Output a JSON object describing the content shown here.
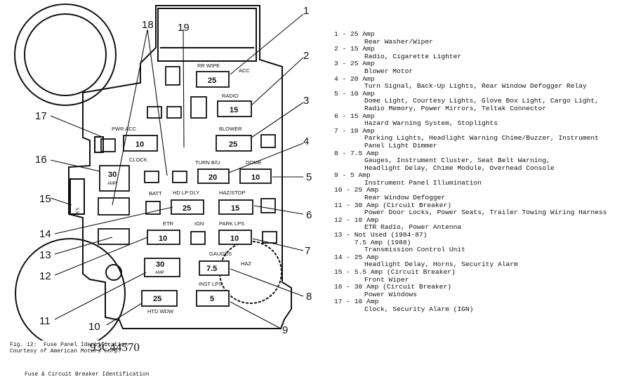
{
  "diagram": {
    "fuse_labels": {
      "rr_wipe": "RR WIPE",
      "acc": "ACC",
      "radio": "RADIO",
      "pwr_acc": "PWR ACC",
      "blower": "BLOWER",
      "clock": "CLOCK",
      "turn_bu": "TURN B/U",
      "dome": "DOME",
      "batt": "BATT",
      "hd_lp_dly": "HD LP DLY",
      "haz_stop": "HAZ/STOP",
      "etr": "ETR",
      "ign": "IGN",
      "park_lps": "PARK LPS",
      "gauges": "GAUGES",
      "haz": "HAZ",
      "inst_lps": "INST LPS",
      "htd_wdw": "HTD WDW",
      "amp": "AMP"
    },
    "fuse_values": {
      "rr_wipe": "25",
      "radio": "15",
      "pwr_acc": "10",
      "blower": "25",
      "clock_cb": "30",
      "turn_bu": "20",
      "dome": "10",
      "hd_lp_dly": "25",
      "haz_stop": "15",
      "etr": "10",
      "park_lps": "10",
      "cb_mid": "30",
      "gauges": "7.5",
      "htd_wdw": "25",
      "inst_lps": "5",
      "side_cb": "5.5"
    },
    "callouts": [
      "1",
      "2",
      "3",
      "4",
      "5",
      "6",
      "7",
      "8",
      "9",
      "10",
      "11",
      "12",
      "13",
      "14",
      "15",
      "16",
      "17",
      "18",
      "19"
    ]
  },
  "fuses": [
    {
      "line": "1 - 25 Amp",
      "desc": "Rear Washer/Wiper"
    },
    {
      "line": "2 - 15 Amp",
      "desc": "Radio, Cigarette Lighter"
    },
    {
      "line": "3 - 25 Amp",
      "desc": "Blower Motor"
    },
    {
      "line": "4 - 20 Amp",
      "desc": "Turn Signal, Back-Up Lights, Rear Window Defogger Relay"
    },
    {
      "line": "5 - 10 Amp",
      "desc": "Dome Light, Courtesy Lights, Glove Box Light, Cargo Light,\nRadio Memory, Power Mirrors, Teltak Connector"
    },
    {
      "line": "6 - 15 Amp",
      "desc": "Hazard Warning System, Stoplights"
    },
    {
      "line": "7 - 10 Amp",
      "desc": "Parking Lights, Headlight Warning Chime/Buzzer, Instrument\nPanel Light Dimmer"
    },
    {
      "line": "8 - 7.5 Amp",
      "desc": "Gauges, Instrument Cluster, Seat Belt Warning,\nHeadlight Delay, Chime Module, Overhead Console"
    },
    {
      "line": "9 - 5 Amp",
      "desc": "Instrument Panel Illumination"
    },
    {
      "line": "10 - 25 Amp",
      "desc": "Rear Window Defogger"
    },
    {
      "line": "11 - 30 Amp (Circuit Breaker)",
      "desc": "Power Door Locks, Power Seats, Trailer Towing Wiring Harness"
    },
    {
      "line": "12 - 10 Amp",
      "desc": "ETR Radio, Power Antenna"
    },
    {
      "line": "13 - Not Used (1984-87)\n     7.5 Amp (1988)",
      "desc": "Transmission Control Unit"
    },
    {
      "line": "14 - 25 Amp",
      "desc": "Headlight Delay, Horns, Security Alarm"
    },
    {
      "line": "15 - 5.5 Amp (Circuit Breaker)",
      "desc": "Front Wiper"
    },
    {
      "line": "16 - 30 Amp (Circuit Breaker)",
      "desc": "Power Windows"
    },
    {
      "line": "17 - 10 Amp",
      "desc": "Clock, Security Alarm (IGN)"
    }
  ],
  "figure": {
    "code": "93C44570",
    "caption": "Fig. 12:  Fuse Panel Identification\nCourtesy of American Motors Corp.",
    "subcaption": "Fuse & Circuit Breaker Identification"
  }
}
